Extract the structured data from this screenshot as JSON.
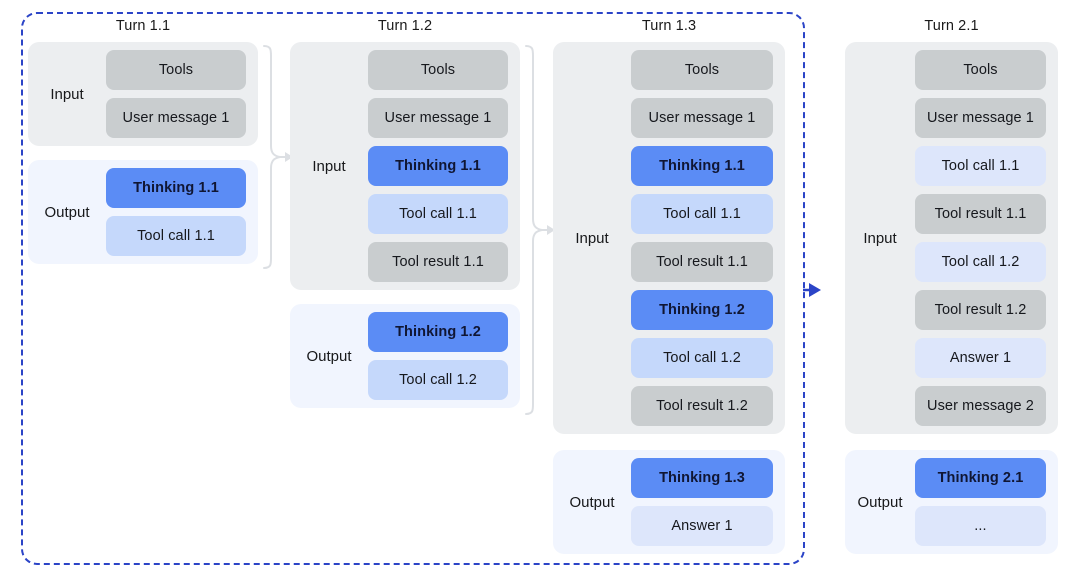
{
  "diagram": {
    "title_prefix": "Turn",
    "accent_color": "#2b44c7",
    "chip_colors": {
      "gray": "#c9cdcf",
      "blue": "#5b8cf5",
      "lightblue": "#c5d8fb",
      "paleblue": "#dde6fb"
    },
    "group_colors": {
      "input": "#eceef0",
      "output": "#f1f5fe"
    },
    "labels": {
      "input": "Input",
      "output": "Output"
    }
  },
  "columns": [
    {
      "title": "Turn 1.1",
      "input_label": "Input",
      "output_label": "Output",
      "input": [
        {
          "text": "Tools",
          "style": "gray"
        },
        {
          "text": "User message 1",
          "style": "gray"
        }
      ],
      "output": [
        {
          "text": "Thinking 1.1",
          "style": "blue"
        },
        {
          "text": "Tool call 1.1",
          "style": "lightblue"
        }
      ]
    },
    {
      "title": "Turn 1.2",
      "input_label": "Input",
      "output_label": "Output",
      "input": [
        {
          "text": "Tools",
          "style": "gray"
        },
        {
          "text": "User message 1",
          "style": "gray"
        },
        {
          "text": "Thinking 1.1",
          "style": "blue"
        },
        {
          "text": "Tool call 1.1",
          "style": "lightblue"
        },
        {
          "text": "Tool result 1.1",
          "style": "gray"
        }
      ],
      "output": [
        {
          "text": "Thinking 1.2",
          "style": "blue"
        },
        {
          "text": "Tool call 1.2",
          "style": "lightblue"
        }
      ]
    },
    {
      "title": "Turn 1.3",
      "input_label": "Input",
      "output_label": "Output",
      "input": [
        {
          "text": "Tools",
          "style": "gray"
        },
        {
          "text": "User message 1",
          "style": "gray"
        },
        {
          "text": "Thinking 1.1",
          "style": "blue"
        },
        {
          "text": "Tool call 1.1",
          "style": "lightblue"
        },
        {
          "text": "Tool result 1.1",
          "style": "gray"
        },
        {
          "text": "Thinking 1.2",
          "style": "blue"
        },
        {
          "text": "Tool call 1.2",
          "style": "lightblue"
        },
        {
          "text": "Tool result 1.2",
          "style": "gray"
        }
      ],
      "output": [
        {
          "text": "Thinking 1.3",
          "style": "blue"
        },
        {
          "text": "Answer 1",
          "style": "paleblue"
        }
      ]
    },
    {
      "title": "Turn 2.1",
      "input_label": "Input",
      "output_label": "Output",
      "input": [
        {
          "text": "Tools",
          "style": "gray"
        },
        {
          "text": "User message 1",
          "style": "gray"
        },
        {
          "text": "Tool call 1.1",
          "style": "paleblue"
        },
        {
          "text": "Tool result 1.1",
          "style": "gray"
        },
        {
          "text": "Tool call 1.2",
          "style": "paleblue"
        },
        {
          "text": "Tool result 1.2",
          "style": "gray"
        },
        {
          "text": "Answer 1",
          "style": "paleblue"
        },
        {
          "text": "User message 2",
          "style": "gray"
        }
      ],
      "output": [
        {
          "text": "Thinking 2.1",
          "style": "blue"
        },
        {
          "text": "...",
          "style": "paleblue"
        }
      ]
    }
  ]
}
